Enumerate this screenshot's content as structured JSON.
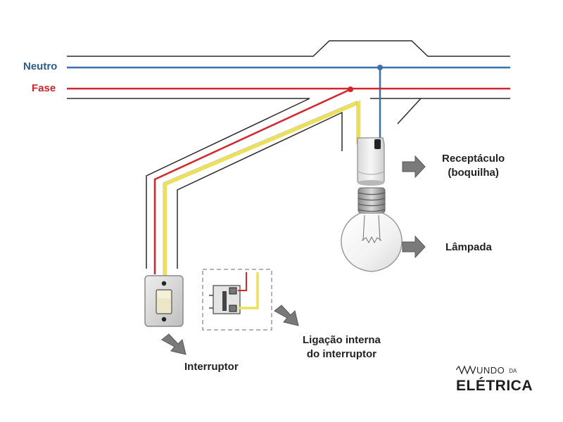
{
  "labels": {
    "neutro": "Neutro",
    "fase": "Fase",
    "receptaculo_line1": "Receptáculo",
    "receptaculo_line2": "(boquilha)",
    "lampada": "Lâmpada",
    "interruptor": "Interruptor",
    "ligacao_line1": "Ligação interna",
    "ligacao_line2": "do interruptor"
  },
  "logo": {
    "word1": "UNDO",
    "word_da": "DA",
    "word2": "ELÉTRICA"
  },
  "colors": {
    "neutro": "#3d6fa8",
    "fase": "#d3262c",
    "retorno": "#ece05a",
    "outline": "#2b2b2b",
    "label_neutro": "#2c5b8f",
    "label_fase": "#c8262c"
  }
}
